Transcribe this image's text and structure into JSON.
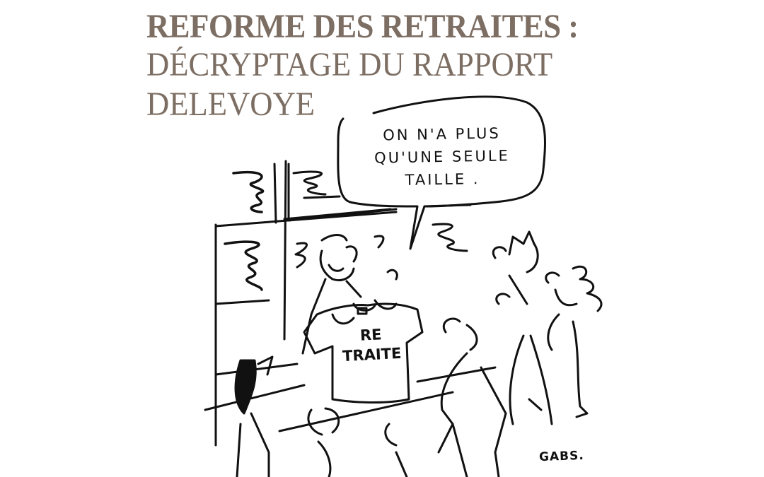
{
  "header": {
    "title_line1": "REFORME DES RETRAITES :",
    "title_line2": "DÉCRYPTAGE DU RAPPORT",
    "title_line3": "DELEVOYE",
    "title_color": "#7d6e63"
  },
  "cartoon": {
    "speech_bubble": {
      "line1": "ON N'A PLUS",
      "line2": "QU'UNE SEULE",
      "line3": "TAILLE ."
    },
    "tshirt_text": {
      "line1": "RE",
      "line2": "TRAITE"
    },
    "signature": "GABS."
  }
}
